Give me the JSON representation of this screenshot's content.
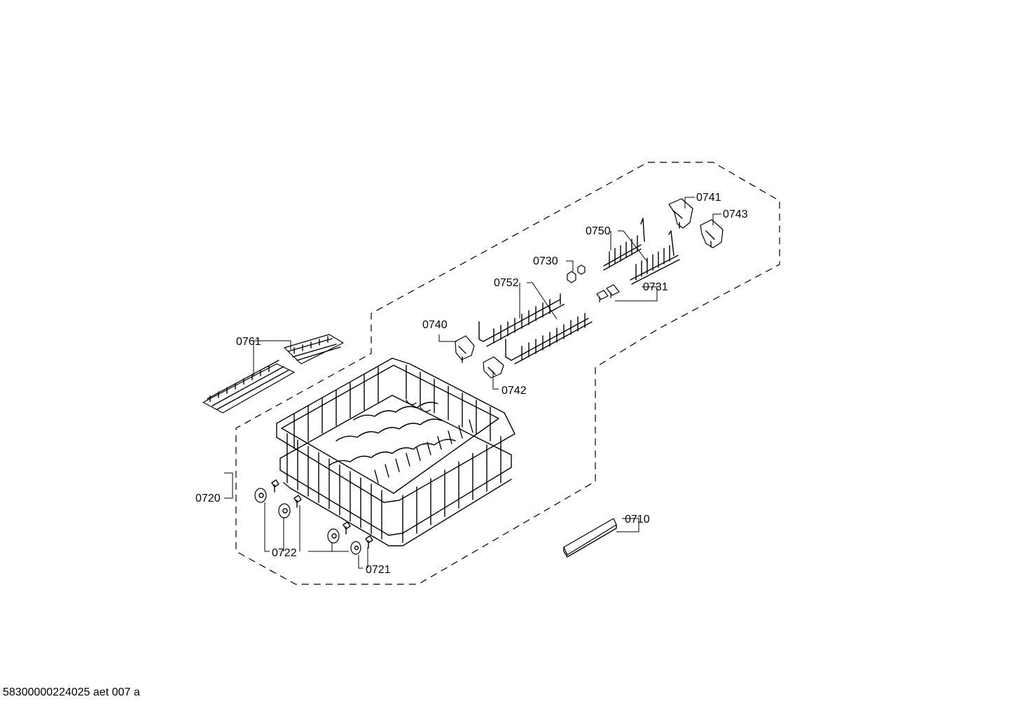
{
  "callouts": {
    "c0741": "0741",
    "c0743": "0743",
    "c0750": "0750",
    "c0730": "0730",
    "c0752": "0752",
    "c0731": "0731",
    "c0740": "0740",
    "c0742": "0742",
    "c0761": "0761",
    "c0720": "0720",
    "c0722": "0722",
    "c0721": "0721",
    "c0710": "0710"
  },
  "footer": {
    "document_id": "58300000224025 aet 007 a"
  }
}
